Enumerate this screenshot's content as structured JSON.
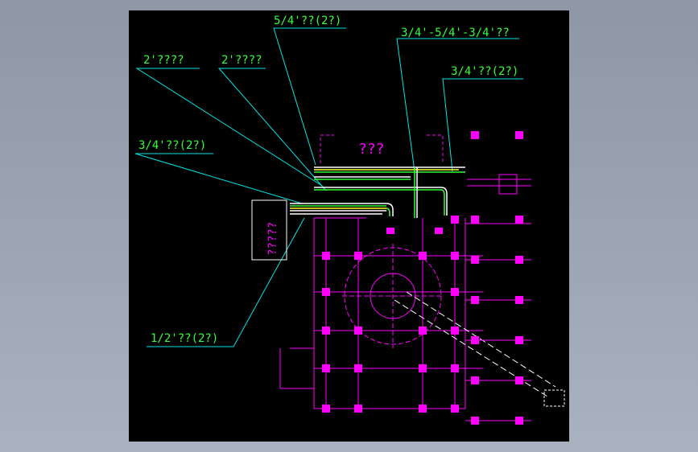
{
  "labels": {
    "top_center": "5/4'??(2?)",
    "top_right": "3/4'-5/4'-3/4'??",
    "right": "3/4'??(2?)",
    "left_a": "2'????",
    "left_b": "2'????",
    "left_mid": "3/4'??(2?)",
    "bottom_left": "1/2'??(2?)"
  },
  "room_title": "???",
  "side_box_text": "?????",
  "colors": {
    "background": "#000000",
    "leader": "#00e5e5",
    "label": "#33ff33",
    "pipe_white": "#ffffff",
    "pipe_green": "#33ff33",
    "pipe_yellow": "#ffff33",
    "structure": "#ff00ff"
  }
}
